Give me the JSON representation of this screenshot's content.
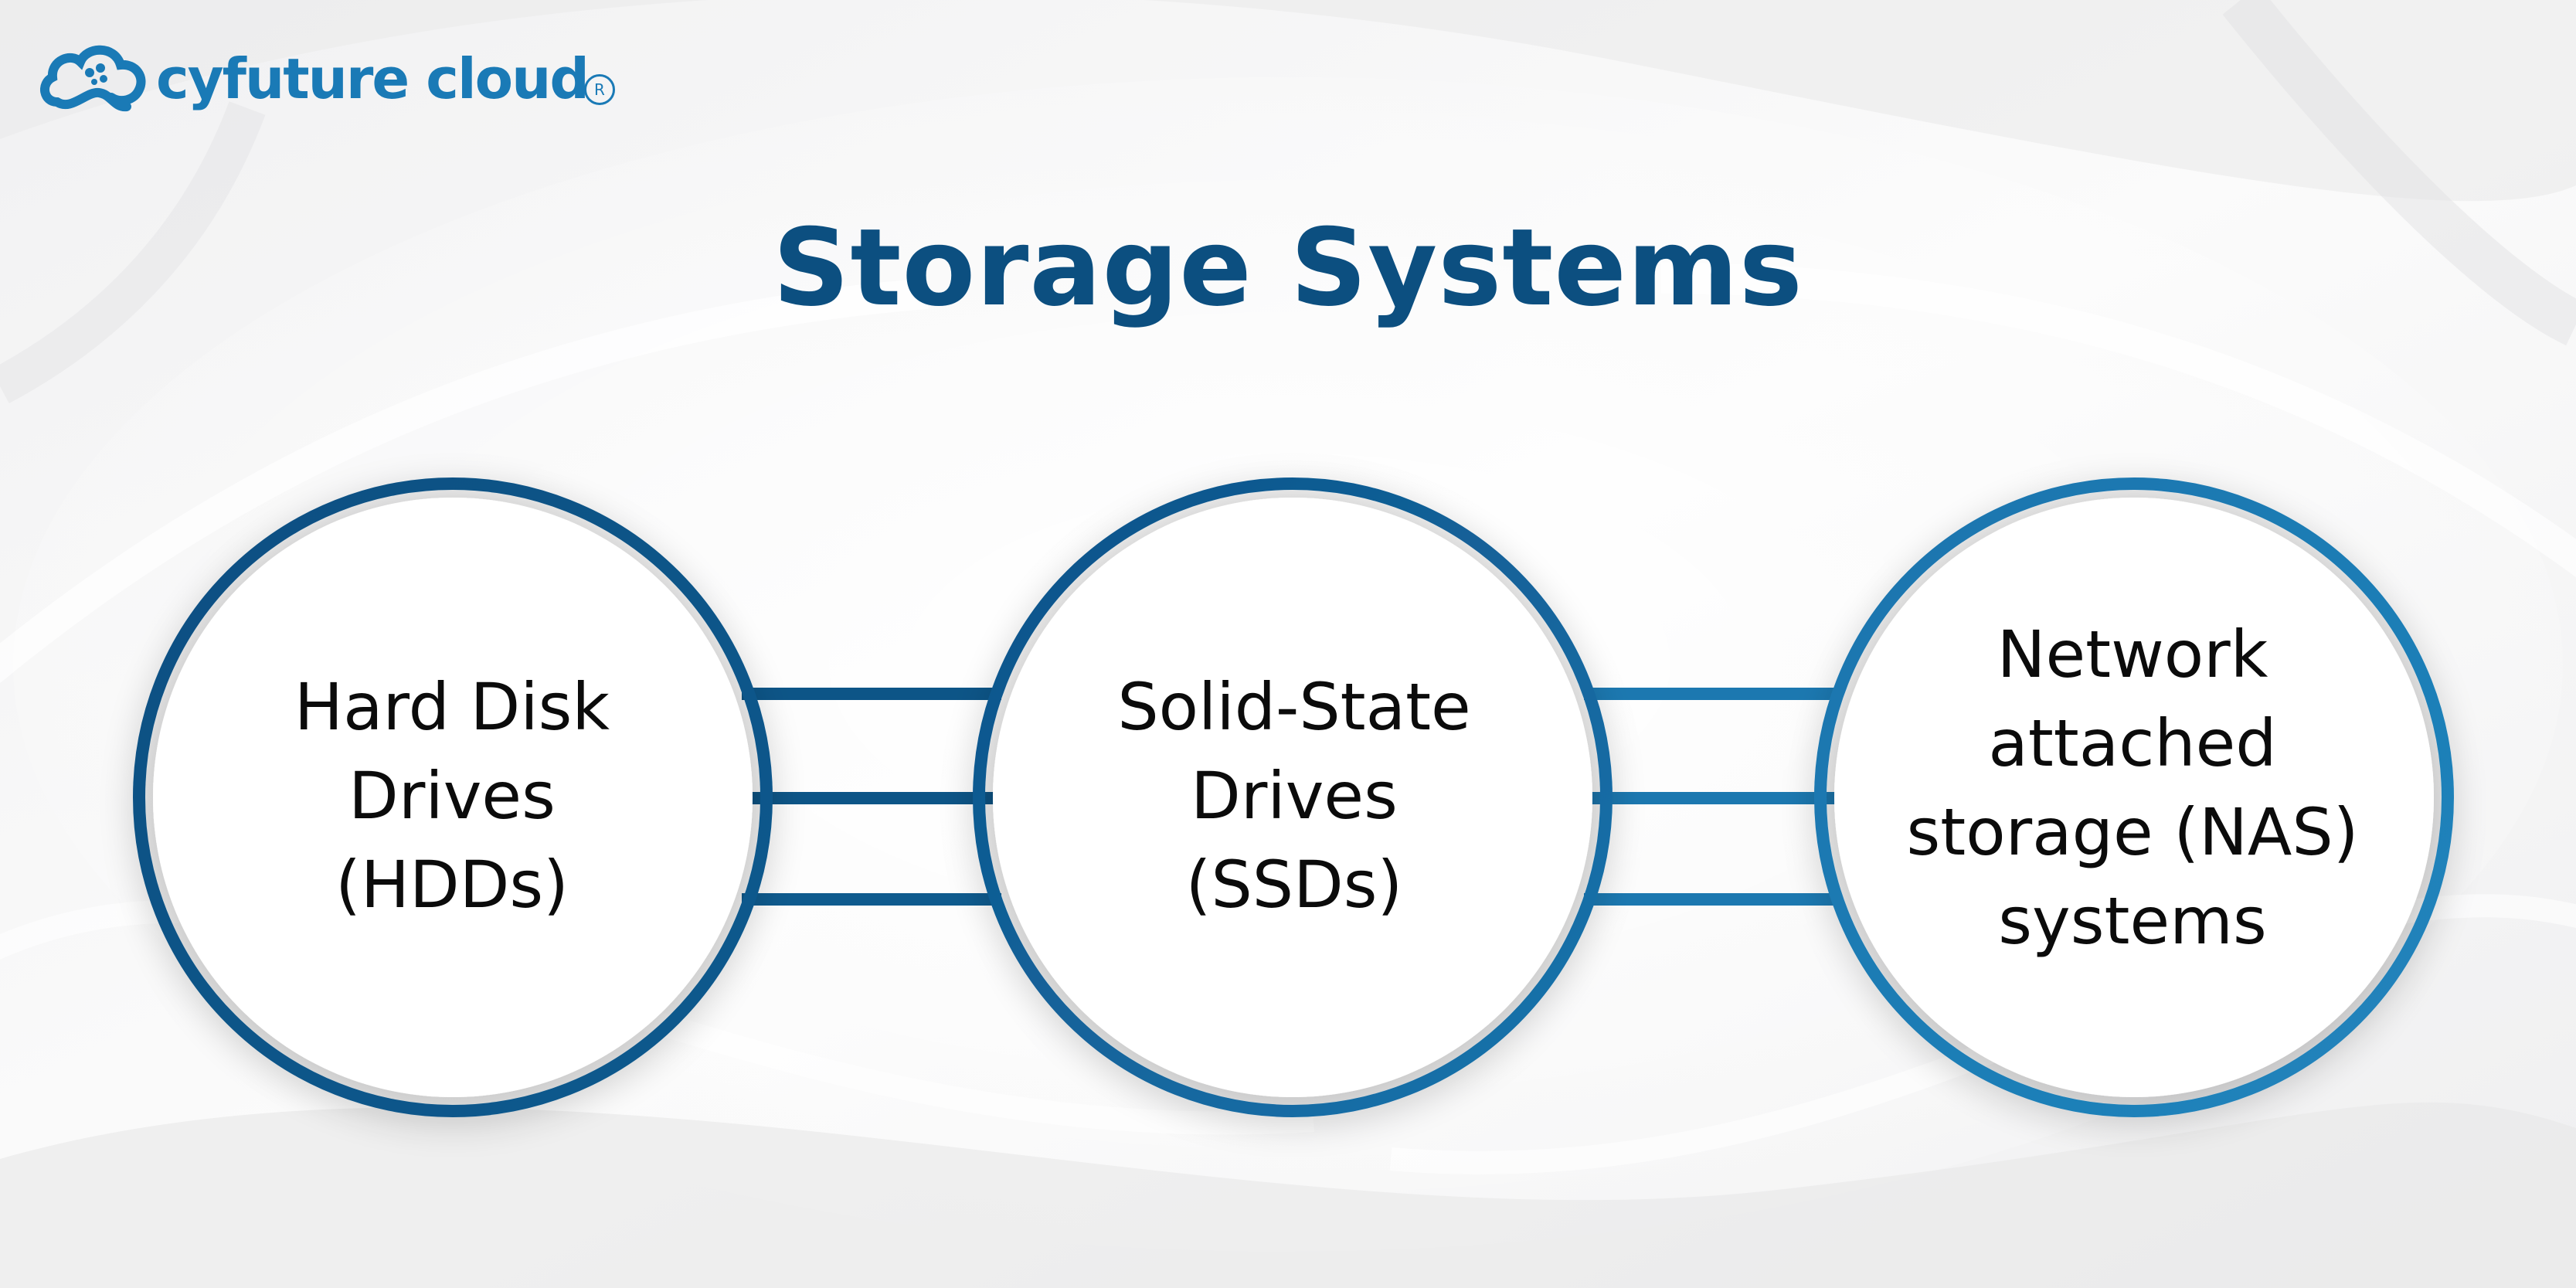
{
  "brand": {
    "name": "cyfuture cloud",
    "registered_mark": "R",
    "color": "#1a7ab6",
    "accent_color": "#e8472e"
  },
  "title": "Storage Systems",
  "colors": {
    "title": "#0c4f80",
    "ring_dark": "#0b4f82",
    "ring_mid": "#145f93",
    "ring_light": "#1f7fb6",
    "connector_left": "#0d5587",
    "connector_right": "#1c78b0",
    "background": "#f4f4f5"
  },
  "nodes": [
    {
      "id": "hdd",
      "label_lines": [
        "Hard Disk",
        "Drives",
        "(HDDs)"
      ],
      "label": "Hard Disk\nDrives\n(HDDs)"
    },
    {
      "id": "ssd",
      "label_lines": [
        "Solid-State",
        "Drives",
        "(SSDs)"
      ],
      "label": "Solid-State\nDrives\n(SSDs)"
    },
    {
      "id": "nas",
      "label_lines": [
        "Network",
        "attached",
        "storage (NAS)",
        "systems"
      ],
      "label": "Network\nattached\nstorage (NAS)\nsystems"
    }
  ],
  "connectors": [
    {
      "from": "hdd",
      "to": "ssd",
      "lines": 3
    },
    {
      "from": "ssd",
      "to": "nas",
      "lines": 3
    }
  ]
}
